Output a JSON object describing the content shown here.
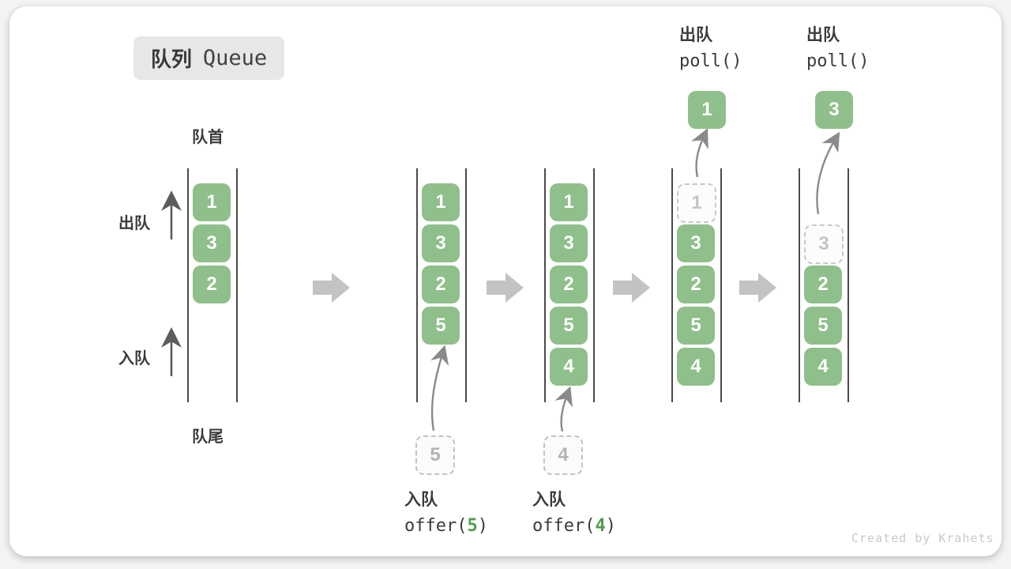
{
  "title": {
    "zh": "队列",
    "en": "Queue"
  },
  "annotations": {
    "front": "队首",
    "rear": "队尾",
    "dequeue": "出队",
    "enqueue": "入队"
  },
  "watermark": "Created by Krahets",
  "colors": {
    "box_green": "#8FBF8A",
    "code_green": "#4E9D50",
    "dark_text": "#3B3B3B",
    "ghost_border": "#C9C9C9",
    "ghost_text": "#C4C4C4",
    "wall": "#4A4A4A",
    "flow_arrow": "#C3C3C3",
    "curve_arrow": "#8A8A8A",
    "badge_bg": "#E7E7E7",
    "watermark_text": "#C9C9C9"
  },
  "states": [
    {
      "name": "state-initial",
      "slots": [
        {
          "value": "1",
          "style": "solid"
        },
        {
          "value": "3",
          "style": "solid"
        },
        {
          "value": "2",
          "style": "solid"
        }
      ]
    },
    {
      "name": "state-after-offer-5",
      "slots": [
        {
          "value": "1",
          "style": "solid"
        },
        {
          "value": "3",
          "style": "solid"
        },
        {
          "value": "2",
          "style": "solid"
        },
        {
          "value": "5",
          "style": "solid"
        }
      ],
      "staged": {
        "value": "5",
        "position": "bottom"
      },
      "op": {
        "action": "入队",
        "code_before": "offer(",
        "code_arg": "5",
        "code_after": ")",
        "position": "bottom"
      }
    },
    {
      "name": "state-after-offer-4",
      "slots": [
        {
          "value": "1",
          "style": "solid"
        },
        {
          "value": "3",
          "style": "solid"
        },
        {
          "value": "2",
          "style": "solid"
        },
        {
          "value": "5",
          "style": "solid"
        },
        {
          "value": "4",
          "style": "solid"
        }
      ],
      "staged": {
        "value": "4",
        "position": "bottom"
      },
      "op": {
        "action": "入队",
        "code_before": "offer(",
        "code_arg": "4",
        "code_after": ")",
        "position": "bottom"
      }
    },
    {
      "name": "state-poll-1",
      "slots": [
        {
          "value": "1",
          "style": "ghost"
        },
        {
          "value": "3",
          "style": "solid"
        },
        {
          "value": "2",
          "style": "solid"
        },
        {
          "value": "5",
          "style": "solid"
        },
        {
          "value": "4",
          "style": "solid"
        }
      ],
      "staged": {
        "value": "1",
        "position": "top"
      },
      "op": {
        "action": "出队",
        "code_before": "poll()",
        "code_arg": "",
        "code_after": "",
        "position": "top"
      }
    },
    {
      "name": "state-poll-3",
      "slots": [
        {
          "style": "empty"
        },
        {
          "value": "3",
          "style": "ghost"
        },
        {
          "value": "2",
          "style": "solid"
        },
        {
          "value": "5",
          "style": "solid"
        },
        {
          "value": "4",
          "style": "solid"
        }
      ],
      "staged": {
        "value": "3",
        "position": "top"
      },
      "op": {
        "action": "出队",
        "code_before": "poll()",
        "code_arg": "",
        "code_after": "",
        "position": "top"
      }
    }
  ]
}
